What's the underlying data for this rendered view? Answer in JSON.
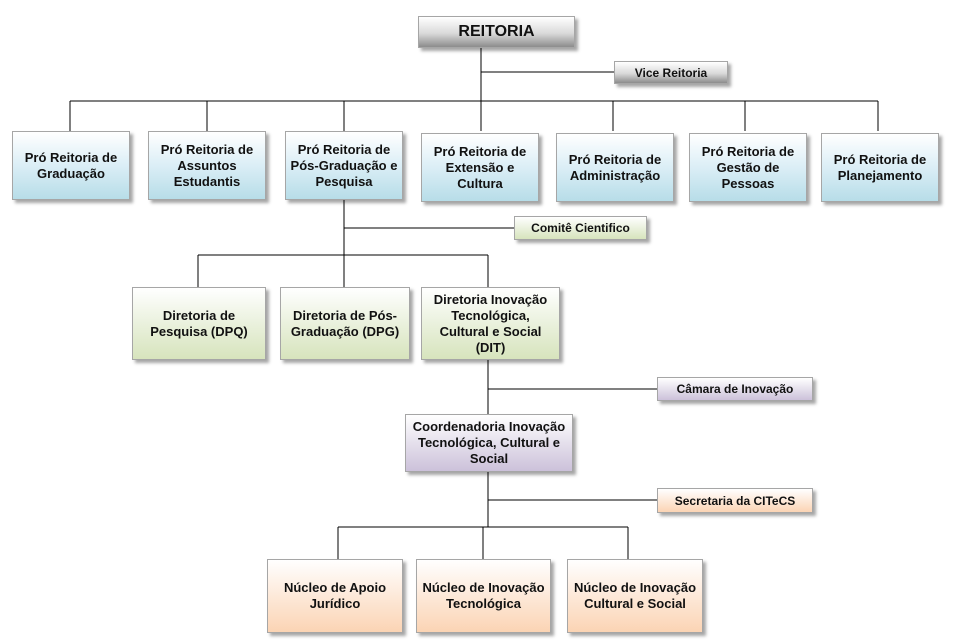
{
  "reitoria": "REITORIA",
  "vice_reitoria": "Vice Reitoria",
  "pro_reitorias": [
    "Pró Reitoria de Graduação",
    "Pró Reitoria de Assuntos Estudantis",
    "Pró Reitoria de Pós-Graduação e Pesquisa",
    "Pró Reitoria de Extensão e Cultura",
    "Pró Reitoria de Administração",
    "Pró Reitoria de Gestão de Pessoas",
    "Pró Reitoria de Planejamento"
  ],
  "comite_cientifico": "Comitê Cientifico",
  "diretorias": [
    "Diretoria de Pesquisa (DPQ)",
    "Diretoria de Pós-Graduação (DPG)",
    "Diretoria Inovação Tecnológica, Cultural e Social (DIT)"
  ],
  "camara_inovacao": "Câmara de Inovação",
  "coordenadoria": "Coordenadoria Inovação Tecnológica, Cultural e Social",
  "secretaria": "Secretaria da CITeCS",
  "nucleos": [
    "Núcleo de Apoio Jurídico",
    "Núcleo de Inovação Tecnológica",
    "Núcleo de Inovação Cultural e Social"
  ],
  "colors": {
    "line": "#000000",
    "gray": "#8c8c8c",
    "blue": "#b7dde8",
    "green": "#d7e4bd",
    "purple": "#ccc1da",
    "orange": "#fbd4b4"
  }
}
